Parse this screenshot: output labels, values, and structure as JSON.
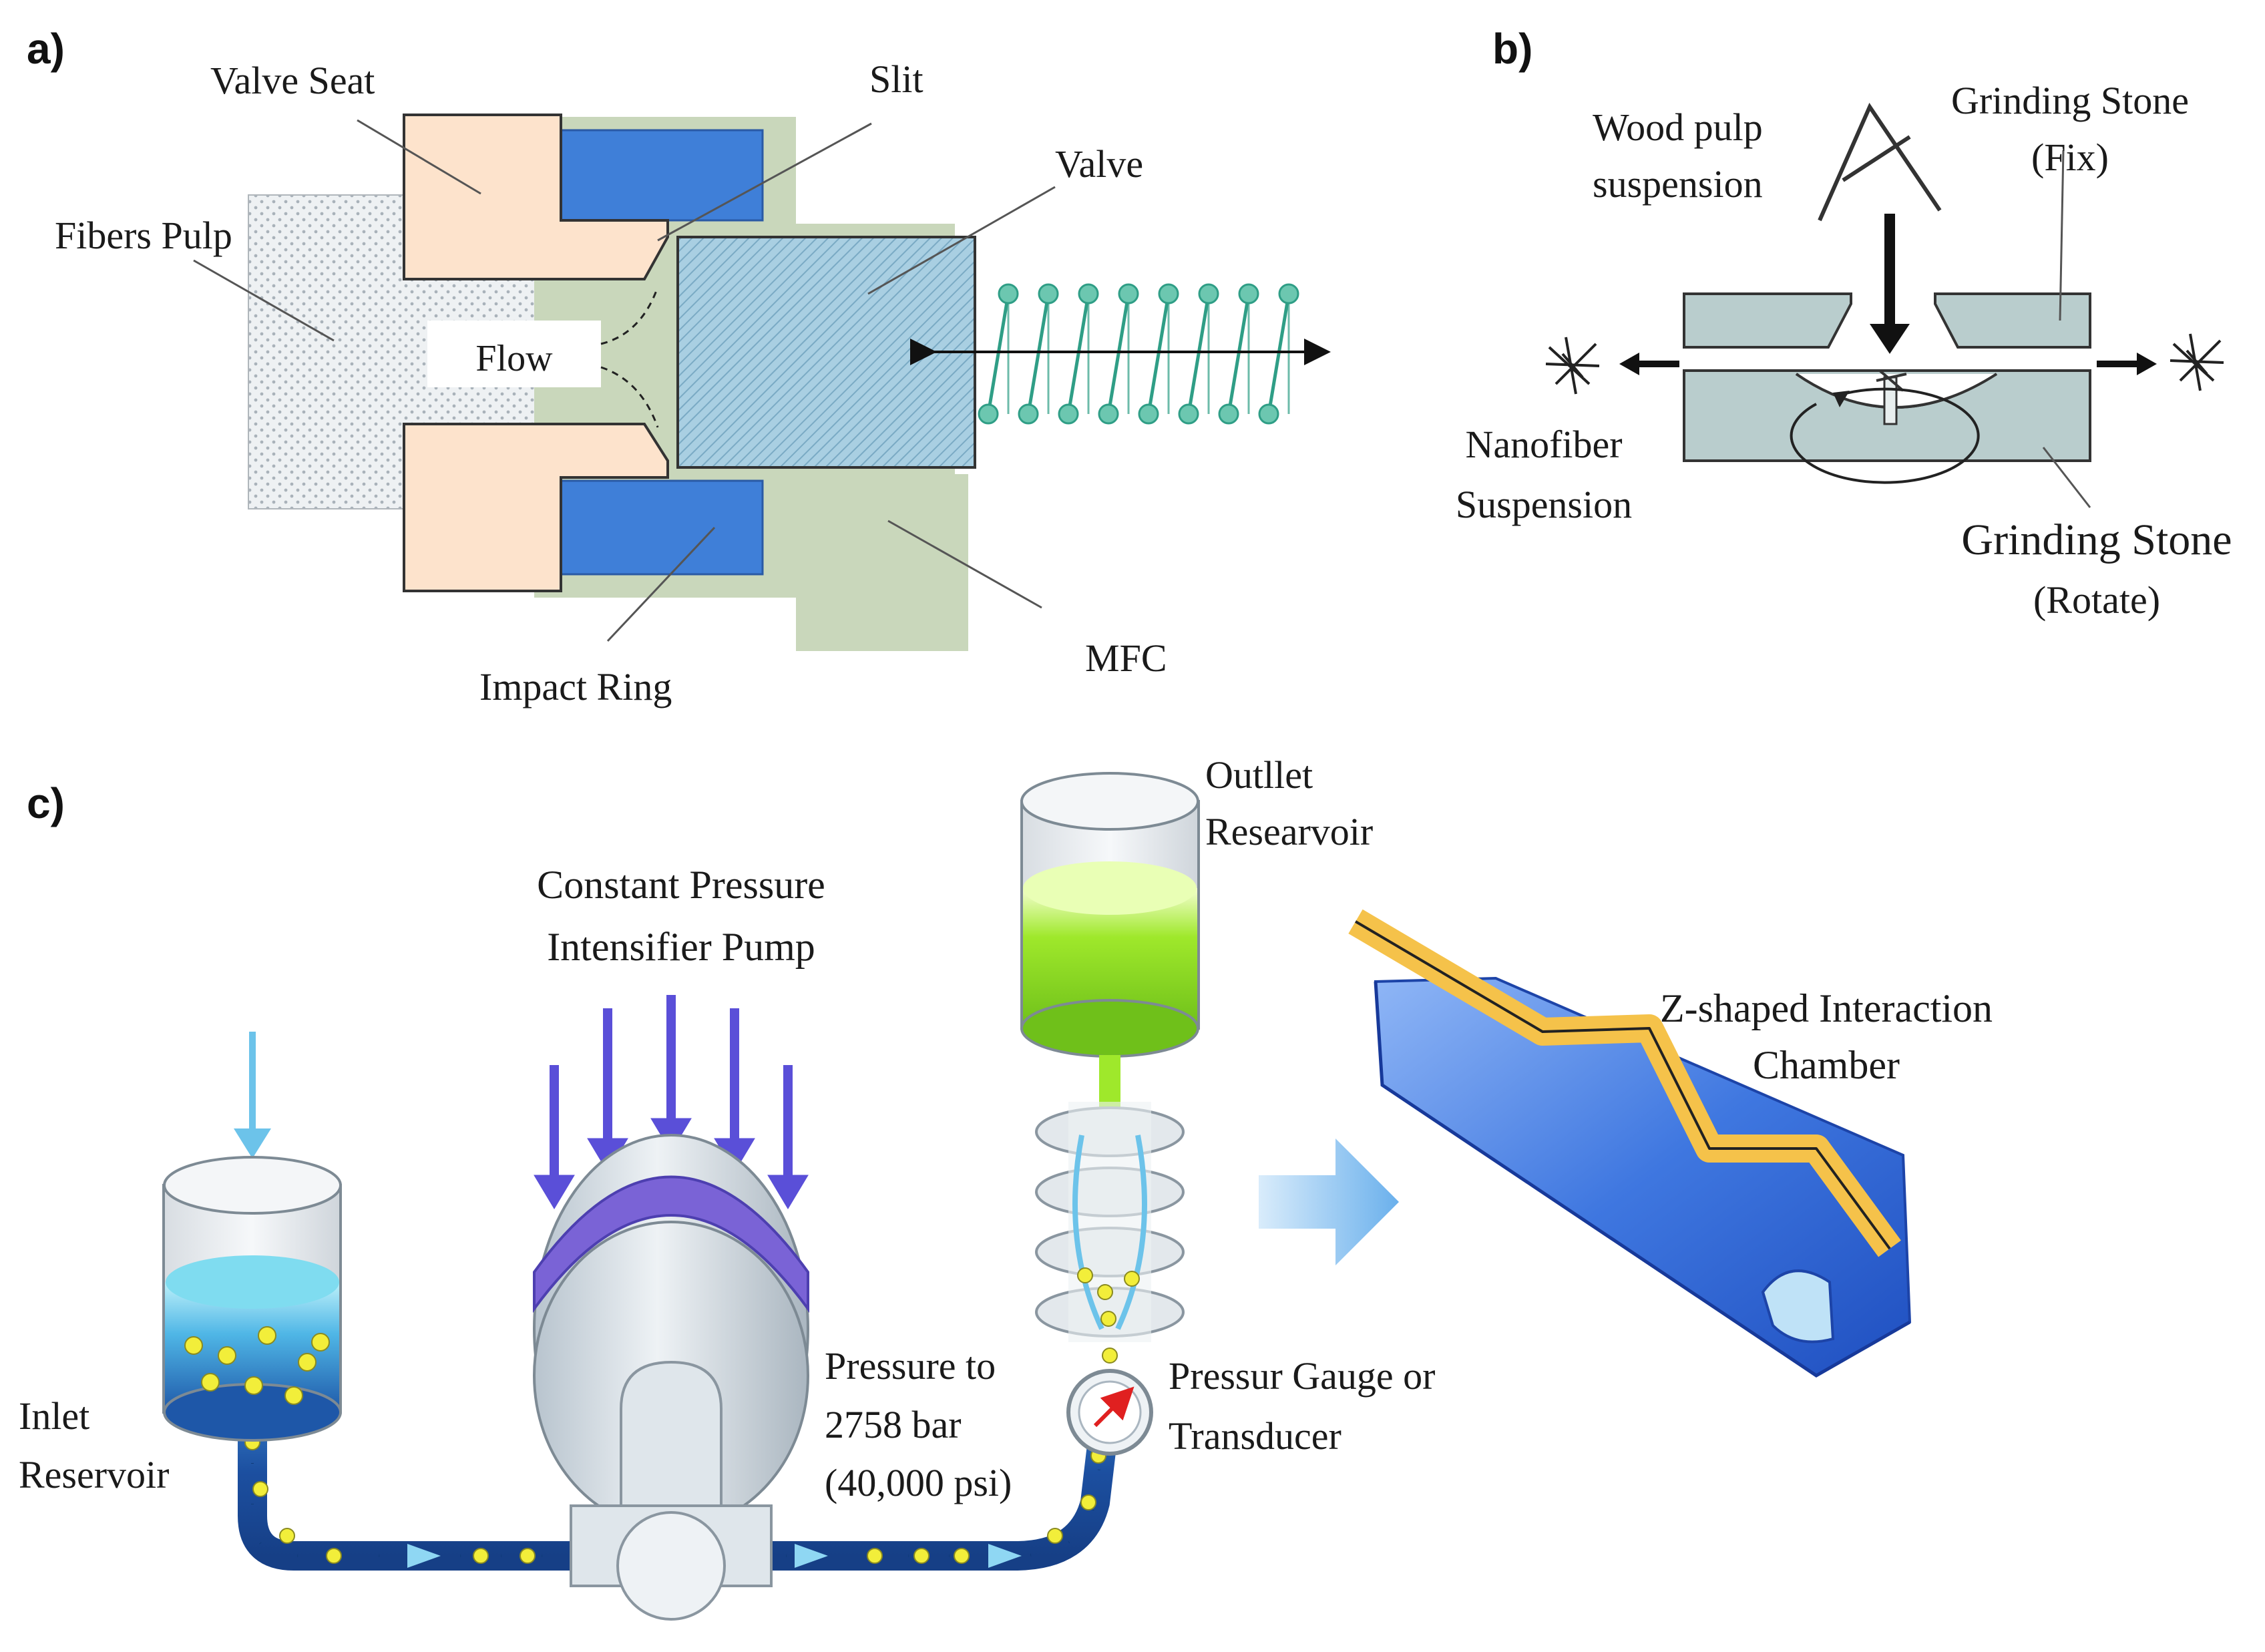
{
  "panels": {
    "a": {
      "label": "a)",
      "valve_seat": "Valve Seat",
      "slit": "Slit",
      "valve": "Valve",
      "fibers_pulp": "Fibers Pulp",
      "flow": "Flow",
      "impact_ring": "Impact Ring",
      "mfc": "MFC"
    },
    "b": {
      "label": "b)",
      "wood_pulp_1": "Wood pulp",
      "wood_pulp_2": "suspension",
      "stone_fix_1": "Grinding Stone",
      "stone_fix_2": "(Fix)",
      "nanofiber_1": "Nanofiber",
      "nanofiber_2": "Suspension",
      "stone_rot_1": "Grinding Stone",
      "stone_rot_2": "(Rotate)"
    },
    "c": {
      "label": "c)",
      "pump_1": "Constant Pressure",
      "pump_2": "Intensifier Pump",
      "outlet_1": "Outllet",
      "outlet_2": "Researvoir",
      "chamber_1": "Z-shaped Interaction",
      "chamber_2": "Chamber",
      "inlet_1": "Inlet",
      "inlet_2": "Reservoir",
      "pressure_1": "Pressure to",
      "pressure_2": "2758 bar",
      "pressure_3": "(40,000 psi)",
      "gauge_1": "Pressur Gauge or",
      "gauge_2": "Transducer"
    }
  },
  "colors": {
    "valve_seat": "#fde3cc",
    "impact_ring": "#3f7fd8",
    "mfc_body": "#c9d7bb",
    "valve": "#9fc7dc",
    "spring": "#2f9e86",
    "grinding_stone": "#b9cdcd",
    "pump_arrows": "#5a4fd8",
    "pump_band": "#7a63d6",
    "liquid_green": "#8fe21a",
    "liquid_blue": "#66d0e8",
    "particle": "#f2ee3a",
    "chamber_blue": "#2e5fd6",
    "chamber_channel": "#f5c24a"
  }
}
